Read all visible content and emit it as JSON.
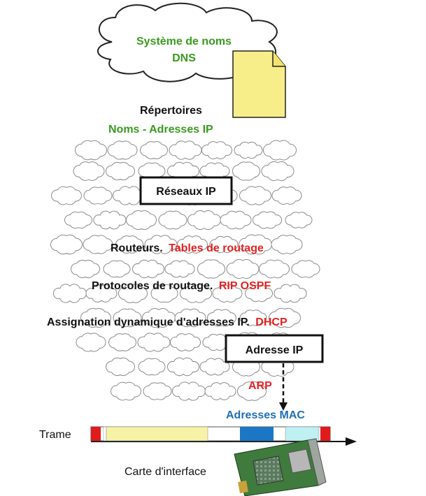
{
  "dns": {
    "line1": "Système de noms",
    "line2": "DNS"
  },
  "repertoires": {
    "title": "Répertoires",
    "subtitle": "Noms -  Adresses IP"
  },
  "reseaux": {
    "box_label": "Réseaux IP",
    "routeurs": "Routeurs.",
    "tables": "Tables de routage",
    "protocoles": "Protocoles de routage.",
    "rip_ospf": "RIP OSPF",
    "assignation": "Assignation dynamique d'adresses IP.",
    "dhcp": "DHCP"
  },
  "adresse_ip": "Adresse IP",
  "arp": "ARP",
  "adresses_mac": "Adresses MAC",
  "trame": "Trame",
  "carte": "Carte d'interface",
  "colors": {
    "green": "#3a9a1f",
    "red": "#e52222",
    "blue": "#1f6fb5",
    "document_fill": "#f7ee8a",
    "frame_yellow": "#f6f3a7",
    "frame_blue": "#1b76c6",
    "frame_cyan": "#bff0f2",
    "frame_red": "#e01b1b"
  }
}
